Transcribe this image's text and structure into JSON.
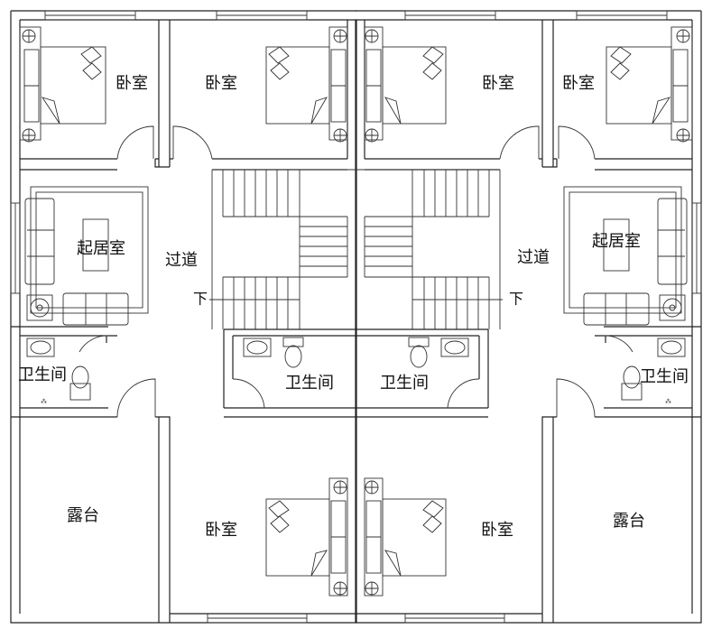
{
  "plan": {
    "rooms": {
      "bedroom_tl": "卧室",
      "bedroom_tc1": "卧室",
      "bedroom_tc2": "卧室",
      "bedroom_tr": "卧室",
      "living_left": "起居室",
      "living_right": "起居室",
      "corridor_left": "过道",
      "corridor_right": "过道",
      "stairs_down_left": "下",
      "stairs_down_right": "下",
      "bath_left": "卫生间",
      "bath_center_left": "卫生间",
      "bath_center_right": "卫生间",
      "bath_right": "卫生间",
      "terrace_left": "露台",
      "terrace_right": "露台",
      "bedroom_bl": "卧室",
      "bedroom_br": "卧室"
    }
  }
}
